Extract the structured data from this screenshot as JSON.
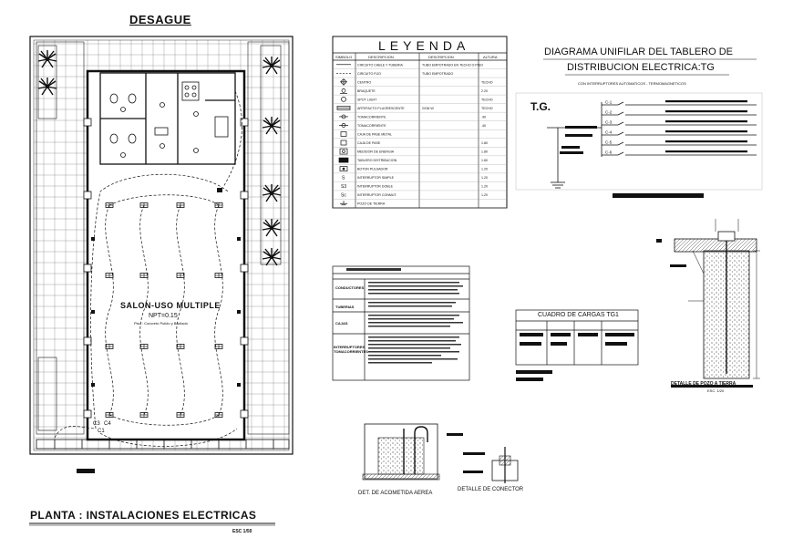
{
  "plan": {
    "top_label": "DESAGUE",
    "room_name": "SALON-USO MULTIPLE",
    "room_level": "NPT=0.15",
    "room_floor": "Piso : Concreto Pulido y Bruñado",
    "circuit_c3": "C3",
    "circuit_c4": "C4",
    "circuit_c1": "C1",
    "title": "PLANTA : INSTALACIONES ELECTRICAS",
    "scale": "ESC 1/50"
  },
  "legend": {
    "title": "LEYENDA",
    "headers": [
      "SIMBOLO",
      "DESCRIPCION",
      "DESCRIPCION",
      "ALTURA"
    ],
    "rows": [
      {
        "symbol": "line",
        "desc": "CIRCUITO CABLE Y TUBERIA",
        "spec": "TUBO EMPOTRADO EN TECHO O PISO",
        "height": ""
      },
      {
        "symbol": "dash",
        "desc": "CIRCUITO FIJO",
        "spec": "TUBO EMPOTRADO",
        "height": ""
      },
      {
        "symbol": "cross",
        "desc": "CENTRO",
        "spec": "",
        "height": "TECHO"
      },
      {
        "symbol": "wall",
        "desc": "BRAQUETE",
        "spec": "",
        "height": "2.20"
      },
      {
        "symbol": "circle",
        "desc": "SPOT LIGHT",
        "spec": "",
        "height": "TECHO"
      },
      {
        "symbol": "fluor",
        "desc": "ARTEFACTO FLUORESCENTE",
        "spec": "2X36 W",
        "height": "TECHO"
      },
      {
        "symbol": "outlet",
        "desc": "TOMACORRIENTE",
        "spec": "",
        "height": ".40"
      },
      {
        "symbol": "outlet",
        "desc": "TOMACORRIENTE",
        "spec": "",
        "height": ".40"
      },
      {
        "symbol": "box",
        "desc": "CAJA DE PASE METAL",
        "spec": "",
        "height": ""
      },
      {
        "symbol": "box",
        "desc": "CAJA DE PASE",
        "spec": "",
        "height": "1.80"
      },
      {
        "symbol": "meter",
        "desc": "MEDIDOR DE ENERGIA",
        "spec": "",
        "height": "1.80"
      },
      {
        "symbol": "panel",
        "desc": "TABLERO DISTRIBUCION",
        "spec": "",
        "height": "1.60"
      },
      {
        "symbol": "bell",
        "desc": "BOTON PULSADOR",
        "spec": "",
        "height": "1.20"
      },
      {
        "symbol": "s",
        "desc": "INTERRUPTOR SIMPLE",
        "spec": "",
        "height": "1.20"
      },
      {
        "symbol": "s3",
        "desc": "INTERRUPTOR DOBLE",
        "spec": "",
        "height": "1.20"
      },
      {
        "symbol": "sc",
        "desc": "INTERRUPTOR CONMUT.",
        "spec": "",
        "height": "1.20"
      },
      {
        "symbol": "ground",
        "desc": "POZO DE TIERRA",
        "spec": "",
        "height": ""
      }
    ]
  },
  "unifilar": {
    "title_line1": "DIAGRAMA UNIFILAR DEL TABLERO DE",
    "title_line2": "DISTRIBUCION ELECTRICA:TG",
    "subtitle": "CON INTERRUPTORES AUTOMATICOS - TERMOMAGNETICOS",
    "board": "T.G.",
    "circuits": [
      "C-1",
      "C-2",
      "C-3",
      "C-4",
      "C-5",
      "C-6"
    ]
  },
  "notes": {
    "left_labels": [
      "CONDUCTORES",
      "TUBERIAS",
      "CAJAS",
      "INTERRUPTORES TOMACORRIENTES"
    ]
  },
  "loads": {
    "title": "CUADRO DE CARGAS TG1"
  },
  "details": {
    "ground_title": "DETALLE DE POZO A TIERRA",
    "ground_scale": "ESC. 1/20",
    "acometida": "DET. DE ACOMETIDA AEREA",
    "conector": "DETALLE DE CONECTOR"
  },
  "colors": {
    "ink": "#111111",
    "grid": "#444444",
    "paper": "#ffffff"
  }
}
